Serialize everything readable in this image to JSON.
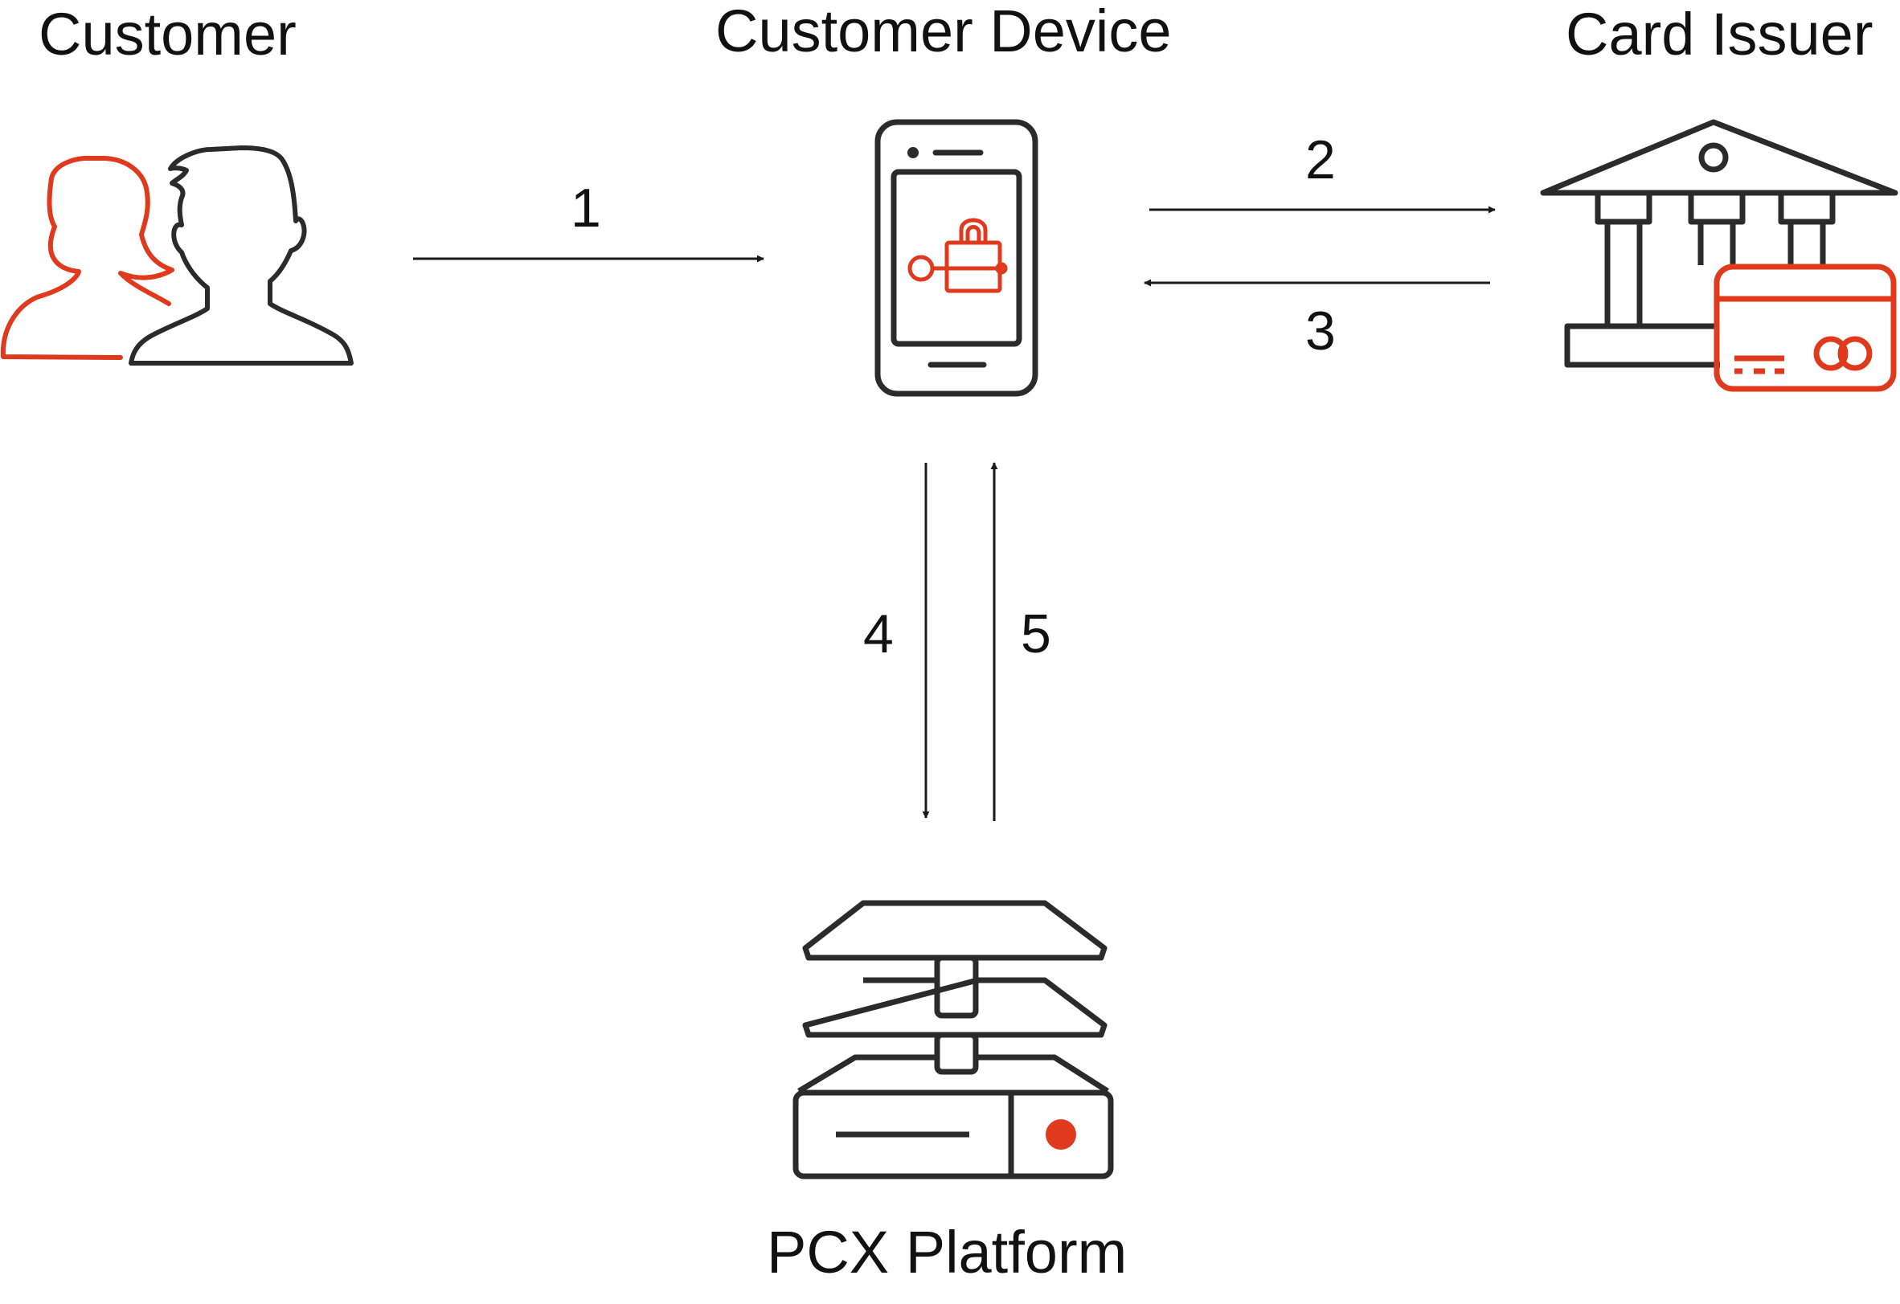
{
  "nodes": {
    "customer": "Customer",
    "device": "Customer Device",
    "issuer": "Card Issuer",
    "platform": "PCX Platform"
  },
  "steps": {
    "s1": "1",
    "s2": "2",
    "s3": "3",
    "s4": "4",
    "s5": "5"
  },
  "colors": {
    "accent": "#e03a1e",
    "line": "#2b2b2b"
  },
  "icons": {
    "customer": "users-icon",
    "device": "smartphone-lock-icon",
    "issuer": "bank-card-icon",
    "platform": "server-stack-icon"
  }
}
